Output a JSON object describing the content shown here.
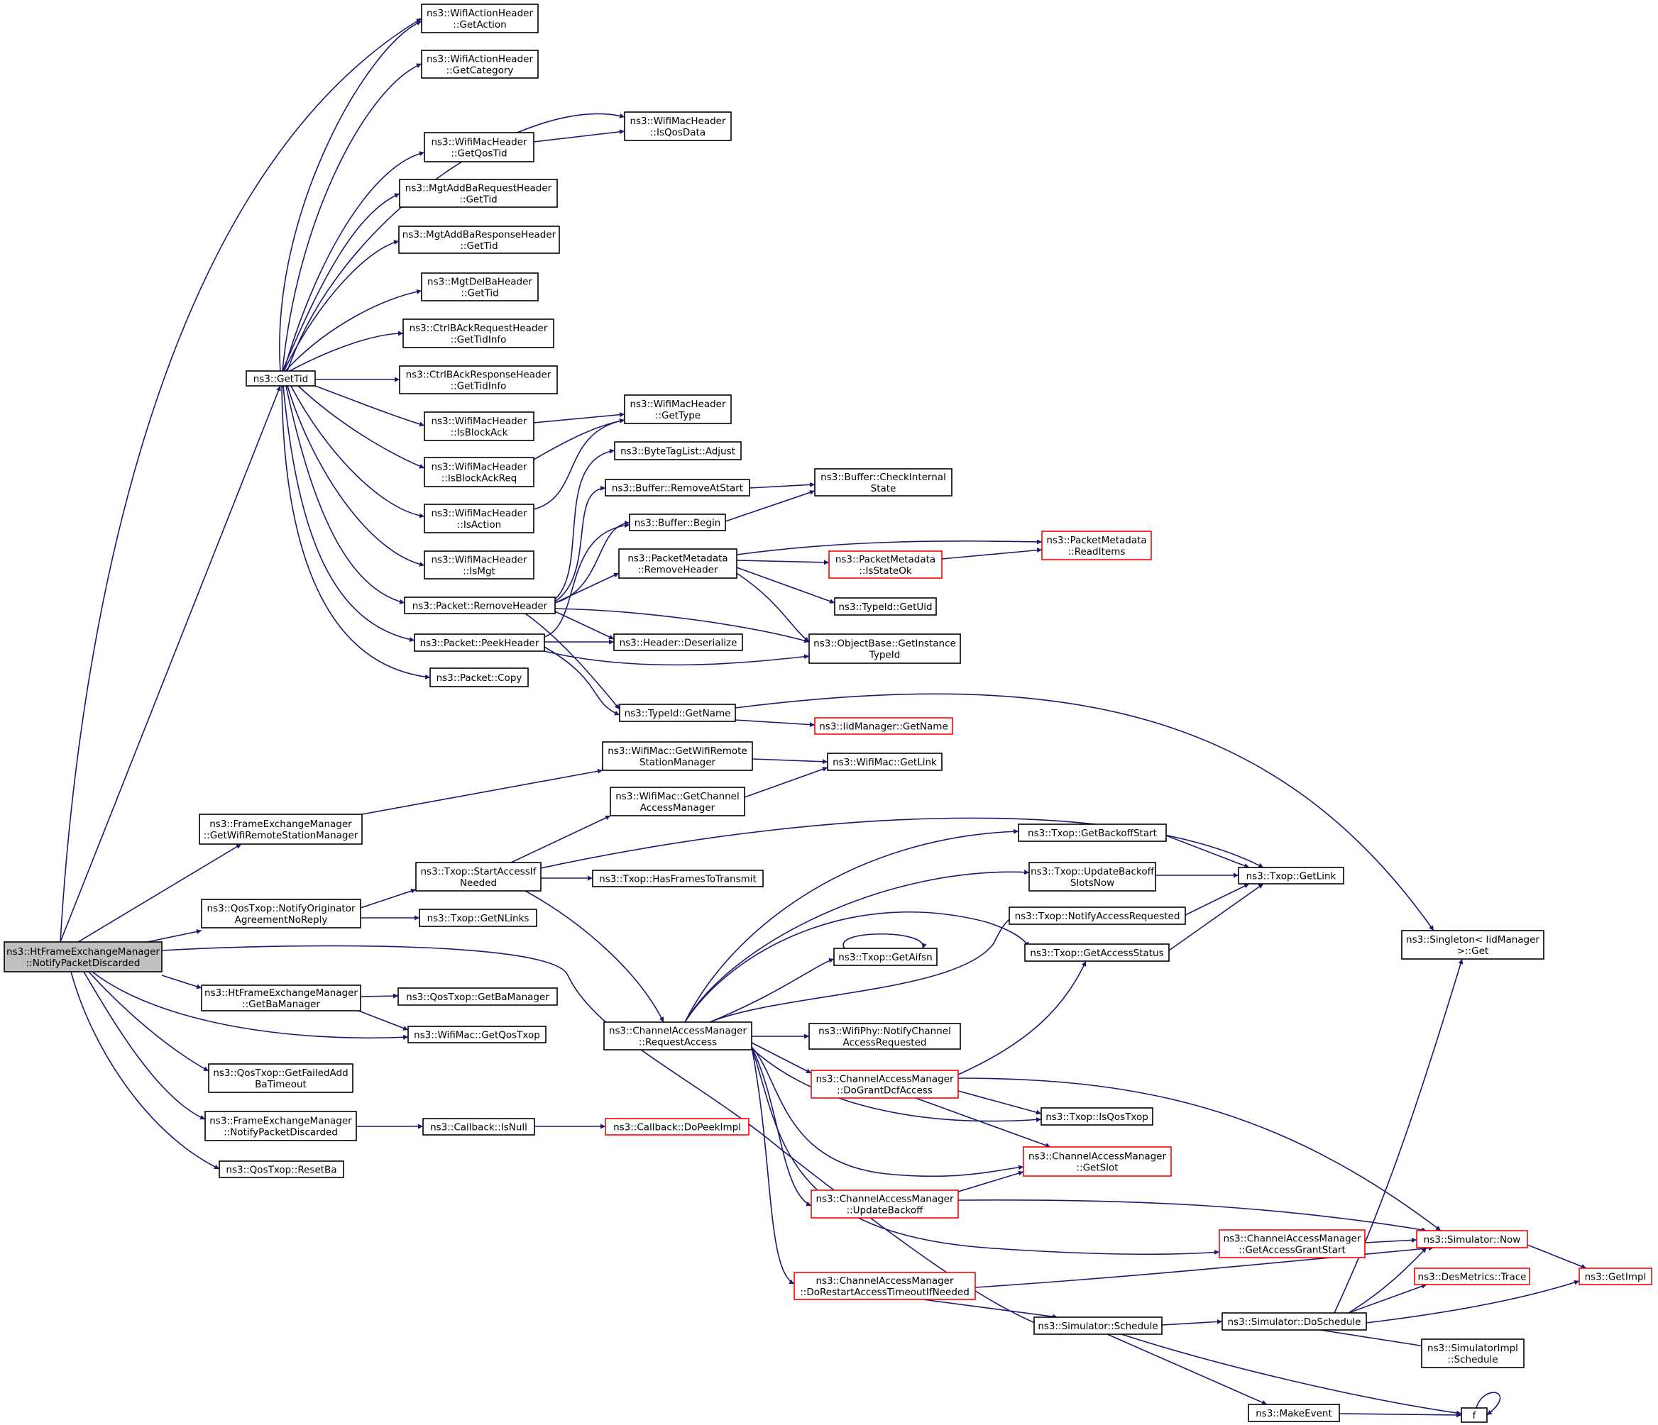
{
  "colors": {
    "edge": "#191970",
    "node_border": "#000000",
    "node_fill": "#ffffff",
    "truncated_border": "#ff0000",
    "root_fill": "#bfbfbf"
  },
  "nodes": {
    "root": {
      "lines": [
        "ns3::HtFrameExchangeManager",
        "::NotifyPacketDiscarded"
      ],
      "style": "root"
    },
    "getTid": {
      "lines": [
        "ns3::GetTid"
      ],
      "style": "normal"
    },
    "fem_getWifiRSM": {
      "lines": [
        "ns3::FrameExchangeManager",
        "::GetWifiRemoteStationManager"
      ],
      "style": "normal"
    },
    "qos_notifyOrig": {
      "lines": [
        "ns3::QosTxop::NotifyOriginator",
        "AgreementNoReply"
      ],
      "style": "normal"
    },
    "htfem_getBaMgr": {
      "lines": [
        "ns3::HtFrameExchangeManager",
        "::GetBaManager"
      ],
      "style": "normal"
    },
    "qos_getFailedAdd": {
      "lines": [
        "ns3::QosTxop::GetFailedAdd",
        "BaTimeout"
      ],
      "style": "normal"
    },
    "fem_notifyPD": {
      "lines": [
        "ns3::FrameExchangeManager",
        "::NotifyPacketDiscarded"
      ],
      "style": "normal"
    },
    "qos_resetBa": {
      "lines": [
        "ns3::QosTxop::ResetBa"
      ],
      "style": "normal"
    },
    "wah_getAction": {
      "lines": [
        "ns3::WifiActionHeader",
        "::GetAction"
      ],
      "style": "normal"
    },
    "wah_getCategory": {
      "lines": [
        "ns3::WifiActionHeader",
        "::GetCategory"
      ],
      "style": "normal"
    },
    "wmh_isQosData": {
      "lines": [
        "ns3::WifiMacHeader",
        "::IsQosData"
      ],
      "style": "normal"
    },
    "wmh_getQosTid": {
      "lines": [
        "ns3::WifiMacHeader",
        "::GetQosTid"
      ],
      "style": "normal"
    },
    "mgt_addBaReq": {
      "lines": [
        "ns3::MgtAddBaRequestHeader",
        "::GetTid"
      ],
      "style": "normal"
    },
    "mgt_addBaResp": {
      "lines": [
        "ns3::MgtAddBaResponseHeader",
        "::GetTid"
      ],
      "style": "normal"
    },
    "mgt_delBa": {
      "lines": [
        "ns3::MgtDelBaHeader",
        "::GetTid"
      ],
      "style": "normal"
    },
    "ctrl_baReq": {
      "lines": [
        "ns3::CtrlBAckRequestHeader",
        "::GetTidInfo"
      ],
      "style": "normal"
    },
    "ctrl_baResp": {
      "lines": [
        "ns3::CtrlBAckResponseHeader",
        "::GetTidInfo"
      ],
      "style": "normal"
    },
    "wmh_isBlockAck": {
      "lines": [
        "ns3::WifiMacHeader",
        "::IsBlockAck"
      ],
      "style": "normal"
    },
    "wmh_isBlockAckReq": {
      "lines": [
        "ns3::WifiMacHeader",
        "::IsBlockAckReq"
      ],
      "style": "normal"
    },
    "wmh_isAction": {
      "lines": [
        "ns3::WifiMacHeader",
        "::IsAction"
      ],
      "style": "normal"
    },
    "wmh_isMgt": {
      "lines": [
        "ns3::WifiMacHeader",
        "::IsMgt"
      ],
      "style": "normal"
    },
    "wmh_getType": {
      "lines": [
        "ns3::WifiMacHeader",
        "::GetType"
      ],
      "style": "normal"
    },
    "pkt_removeHeader": {
      "lines": [
        "ns3::Packet::RemoveHeader"
      ],
      "style": "normal"
    },
    "pkt_peekHeader": {
      "lines": [
        "ns3::Packet::PeekHeader"
      ],
      "style": "normal"
    },
    "pkt_copy": {
      "lines": [
        "ns3::Packet::Copy"
      ],
      "style": "normal"
    },
    "btl_adjust": {
      "lines": [
        "ns3::ByteTagList::Adjust"
      ],
      "style": "normal"
    },
    "buf_removeAtStart": {
      "lines": [
        "ns3::Buffer::RemoveAtStart"
      ],
      "style": "normal"
    },
    "buf_begin": {
      "lines": [
        "ns3::Buffer::Begin"
      ],
      "style": "normal"
    },
    "pm_removeHeader": {
      "lines": [
        "ns3::PacketMetadata",
        "::RemoveHeader"
      ],
      "style": "normal"
    },
    "hdr_deserialize": {
      "lines": [
        "ns3::Header::Deserialize"
      ],
      "style": "normal"
    },
    "typeid_getName": {
      "lines": [
        "ns3::TypeId::GetName"
      ],
      "style": "normal"
    },
    "buf_checkInternal": {
      "lines": [
        "ns3::Buffer::CheckInternal",
        "State"
      ],
      "style": "normal"
    },
    "pm_isStateOk": {
      "lines": [
        "ns3::PacketMetadata",
        "::IsStateOk"
      ],
      "style": "truncated"
    },
    "pm_readItems": {
      "lines": [
        "ns3::PacketMetadata",
        "::ReadItems"
      ],
      "style": "truncated"
    },
    "typeid_getUid": {
      "lines": [
        "ns3::TypeId::GetUid"
      ],
      "style": "normal"
    },
    "ob_getInstanceTypeId": {
      "lines": [
        "ns3::ObjectBase::GetInstance",
        "TypeId"
      ],
      "style": "normal"
    },
    "iid_getName": {
      "lines": [
        "ns3::IidManager::GetName"
      ],
      "style": "truncated"
    },
    "singleton_get": {
      "lines": [
        "ns3::Singleton< IidManager",
        ">::Get"
      ],
      "style": "normal"
    },
    "wm_getWifiRSM": {
      "lines": [
        "ns3::WifiMac::GetWifiRemote",
        "StationManager"
      ],
      "style": "normal"
    },
    "wm_getLink": {
      "lines": [
        "ns3::WifiMac::GetLink"
      ],
      "style": "normal"
    },
    "wm_getCAM": {
      "lines": [
        "ns3::WifiMac::GetChannel",
        "AccessManager"
      ],
      "style": "normal"
    },
    "txop_startAccessIf": {
      "lines": [
        "ns3::Txop::StartAccessIf",
        "Needed"
      ],
      "style": "normal"
    },
    "txop_hasFrames": {
      "lines": [
        "ns3::Txop::HasFramesToTransmit"
      ],
      "style": "normal"
    },
    "txop_getNLinks": {
      "lines": [
        "ns3::Txop::GetNLinks"
      ],
      "style": "normal"
    },
    "qos_getBaMgr": {
      "lines": [
        "ns3::QosTxop::GetBaManager"
      ],
      "style": "normal"
    },
    "wm_getQosTxop": {
      "lines": [
        "ns3::WifiMac::GetQosTxop"
      ],
      "style": "normal"
    },
    "cb_isNull": {
      "lines": [
        "ns3::Callback::IsNull"
      ],
      "style": "normal"
    },
    "cb_doPeekImpl": {
      "lines": [
        "ns3::Callback::DoPeekImpl"
      ],
      "style": "truncated"
    },
    "cam_requestAccess": {
      "lines": [
        "ns3::ChannelAccessManager",
        "::RequestAccess"
      ],
      "style": "normal"
    },
    "txop_getBackoffStart": {
      "lines": [
        "ns3::Txop::GetBackoffStart"
      ],
      "style": "normal"
    },
    "txop_updateBackoff": {
      "lines": [
        "ns3::Txop::UpdateBackoff",
        "SlotsNow"
      ],
      "style": "normal"
    },
    "txop_notifyAccessReq": {
      "lines": [
        "ns3::Txop::NotifyAccessRequested"
      ],
      "style": "normal"
    },
    "txop_getAccessStatus": {
      "lines": [
        "ns3::Txop::GetAccessStatus"
      ],
      "style": "normal"
    },
    "txop_getLink": {
      "lines": [
        "ns3::Txop::GetLink"
      ],
      "style": "normal"
    },
    "txop_getAifsn": {
      "lines": [
        "ns3::Txop::GetAifsn"
      ],
      "style": "normal"
    },
    "phy_notifyCAR": {
      "lines": [
        "ns3::WifiPhy::NotifyChannel",
        "AccessRequested"
      ],
      "style": "normal"
    },
    "cam_doGrantDcf": {
      "lines": [
        "ns3::ChannelAccessManager",
        "::DoGrantDcfAccess"
      ],
      "style": "truncated"
    },
    "txop_isQosTxop": {
      "lines": [
        "ns3::Txop::IsQosTxop"
      ],
      "style": "normal"
    },
    "cam_getSlot": {
      "lines": [
        "ns3::ChannelAccessManager",
        "::GetSlot"
      ],
      "style": "truncated"
    },
    "cam_updateBackoff": {
      "lines": [
        "ns3::ChannelAccessManager",
        "::UpdateBackoff"
      ],
      "style": "truncated"
    },
    "cam_getAccessGrantStart": {
      "lines": [
        "ns3::ChannelAccessManager",
        "::GetAccessGrantStart"
      ],
      "style": "truncated"
    },
    "cam_doRestart": {
      "lines": [
        "ns3::ChannelAccessManager",
        "::DoRestartAccessTimeoutIfNeeded"
      ],
      "style": "truncated"
    },
    "sim_now": {
      "lines": [
        "ns3::Simulator::Now"
      ],
      "style": "truncated"
    },
    "des_trace": {
      "lines": [
        "ns3::DesMetrics::Trace"
      ],
      "style": "truncated"
    },
    "getImpl": {
      "lines": [
        "ns3::GetImpl"
      ],
      "style": "truncated"
    },
    "sim_schedule": {
      "lines": [
        "ns3::Simulator::Schedule"
      ],
      "style": "normal"
    },
    "sim_doSchedule": {
      "lines": [
        "ns3::Simulator::DoSchedule"
      ],
      "style": "normal"
    },
    "simImpl_schedule": {
      "lines": [
        "ns3::SimulatorImpl",
        "::Schedule"
      ],
      "style": "normal"
    },
    "makeEvent": {
      "lines": [
        "ns3::MakeEvent"
      ],
      "style": "normal"
    },
    "f": {
      "lines": [
        "f"
      ],
      "style": "normal"
    }
  }
}
